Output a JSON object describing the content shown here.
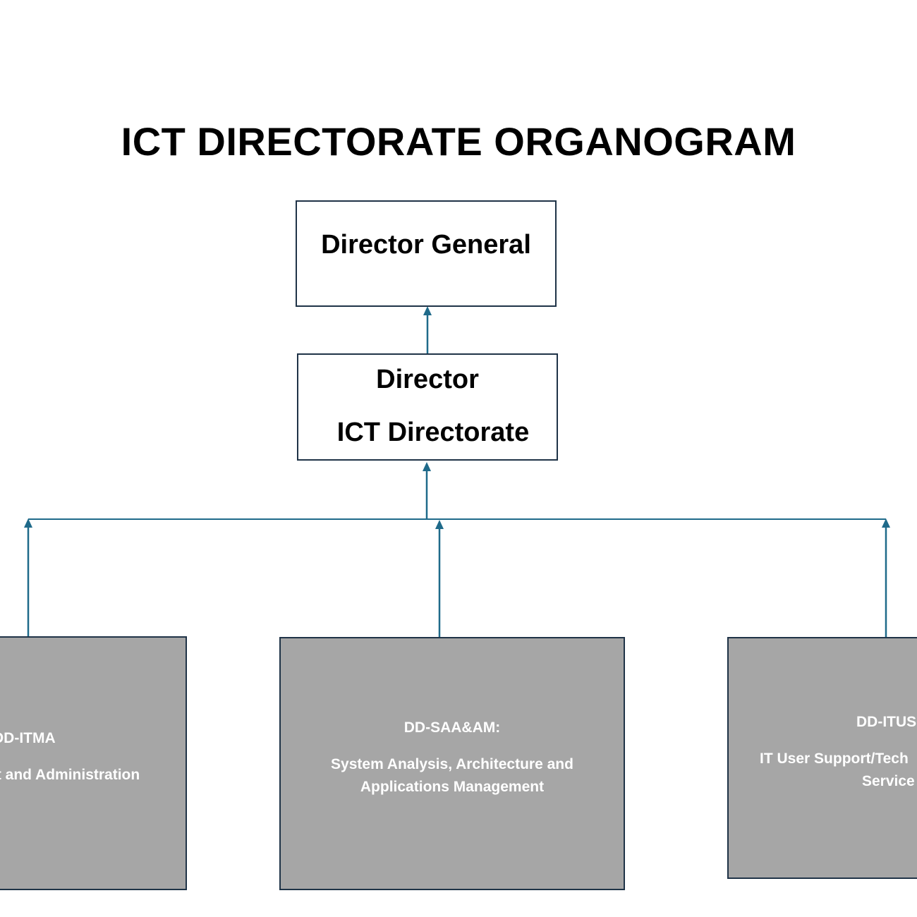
{
  "title": "ICT DIRECTORATE ORGANOGRAM",
  "boxes": {
    "director_general": "Director General",
    "director": {
      "line1": "Director",
      "line2": "ICT Directorate"
    },
    "units": [
      {
        "code": "DD-ITMA",
        "description": "nt and Administration"
      },
      {
        "code": "DD-SAA&AM:",
        "description_line1": "System Analysis, Architecture and",
        "description_line2": "Applications Management"
      },
      {
        "code": "DD-ITUS",
        "description_line1": "IT User Support/Tech",
        "description_line2": "Service"
      }
    ]
  },
  "colors": {
    "line": "#1f6a8a",
    "box_border": "#1f3347",
    "unit_fill": "#a6a6a6"
  }
}
